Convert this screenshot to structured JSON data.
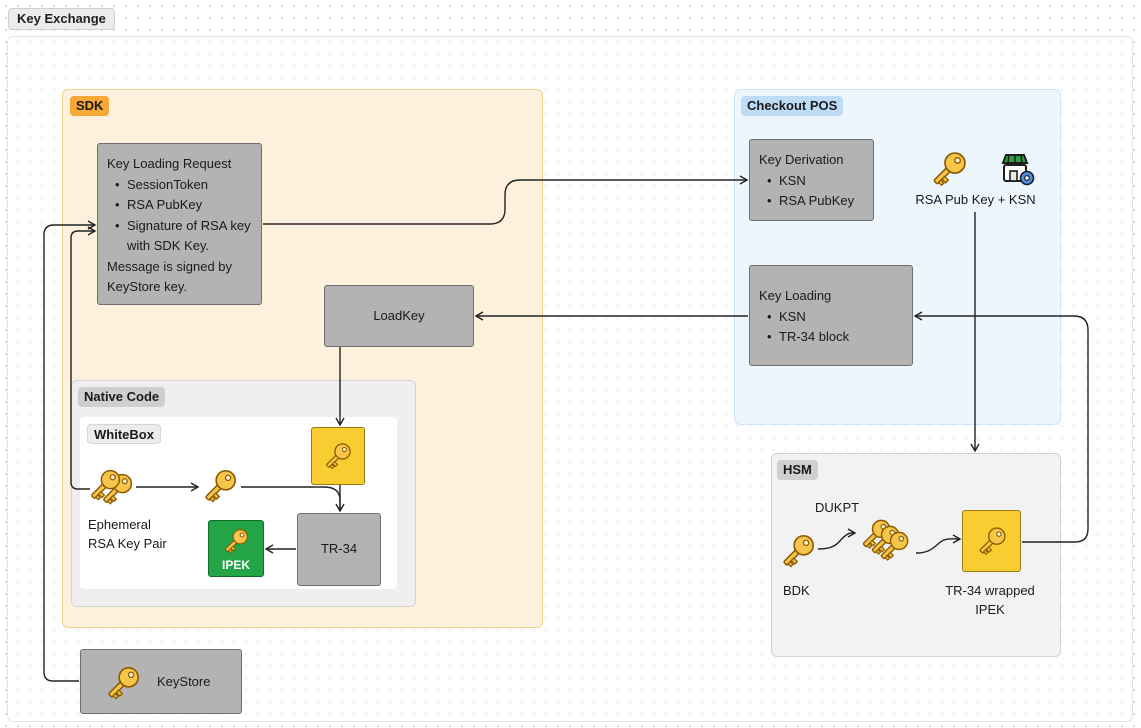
{
  "frame_title": "Key Exchange",
  "sections": {
    "sdk": "SDK",
    "checkout_pos": "Checkout POS",
    "native_code": "Native Code",
    "whitebox": "WhiteBox",
    "hsm": "HSM"
  },
  "nodes": {
    "key_loading_request": {
      "title": "Key Loading Request",
      "items": [
        "SessionToken",
        "RSA PubKey",
        "Signature of RSA key with SDK Key."
      ],
      "footer": "Message is signed by KeyStore key."
    },
    "load_key": {
      "label": "LoadKey"
    },
    "key_derivation": {
      "title": "Key Derivation",
      "items": [
        "KSN",
        "RSA PubKey"
      ]
    },
    "key_loading": {
      "title": "Key Loading",
      "items": [
        "KSN",
        "TR-34 block"
      ]
    },
    "rsa_pub_key_ksn": {
      "label": "RSA Pub Key + KSN"
    },
    "ephemeral_key_pair": {
      "label": "Ephemeral RSA Key Pair"
    },
    "tr34": {
      "label": "TR-34"
    },
    "ipek": {
      "label": "IPEK"
    },
    "keystore": {
      "label": "KeyStore"
    },
    "bdk": {
      "label": "BDK"
    },
    "dukpt": {
      "label": "DUKPT"
    },
    "tr34_wrapped_ipek": {
      "label": "TR-34 wrapped IPEK"
    }
  },
  "icons": [
    "key-icon",
    "key-pair-icon",
    "key-stack-icon",
    "store-settings-icon"
  ],
  "colors": {
    "sdk_fill": "#fdf0dc",
    "sdk_tag": "#f7a735",
    "pos_fill": "#eef6fd",
    "pos_tag": "#bfdcf6",
    "node_fill": "#b3b3b3",
    "key_gold": "#f6c549",
    "key_tile_yellow": "#f9cc31",
    "ipek_green": "#22a447",
    "arrow": "#222222"
  }
}
